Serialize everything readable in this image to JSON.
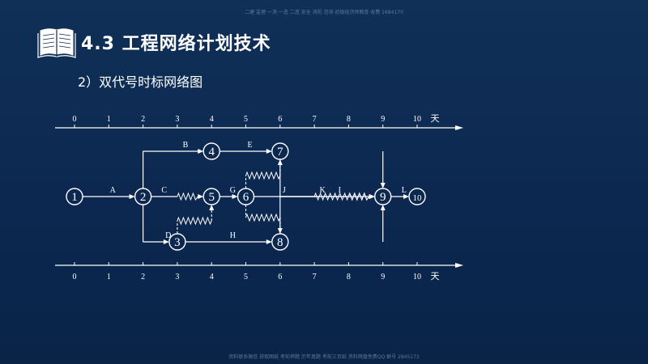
{
  "slide": {
    "title": "4.3 工程网络计划技术",
    "subtitle": "2）双代号时标网络图",
    "watermark_top": "二建 监理 一消 一造 二造 安全 消防 咨询 初级经济师教育 收费 1684170",
    "watermark_bottom": "资料联系微信 获取图纸 考前押题 历年真题 考前三页纸 资料网盘免费QQ 群号 2845173"
  },
  "colors": {
    "background": "#0c2850",
    "line": "#ffffff",
    "watermark": "#6f8bb0"
  },
  "icons": {
    "book": "open-book-icon"
  },
  "time_scale": {
    "ticks": [
      "0",
      "1",
      "2",
      "3",
      "4",
      "5",
      "6",
      "7",
      "8",
      "9",
      "10"
    ],
    "unit": "天"
  },
  "nodes": [
    {
      "id": "1",
      "label": "1",
      "t": 0,
      "row": "mid"
    },
    {
      "id": "2",
      "label": "2",
      "t": 2,
      "row": "mid"
    },
    {
      "id": "3",
      "label": "3",
      "t": 3,
      "row": "bottom"
    },
    {
      "id": "4",
      "label": "4",
      "t": 4,
      "row": "top"
    },
    {
      "id": "5",
      "label": "5",
      "t": 4,
      "row": "mid"
    },
    {
      "id": "6",
      "label": "6",
      "t": 5,
      "row": "mid"
    },
    {
      "id": "7",
      "label": "7",
      "t": 6,
      "row": "top"
    },
    {
      "id": "8",
      "label": "8",
      "t": 6,
      "row": "bottom"
    },
    {
      "id": "9",
      "label": "9",
      "t": 9,
      "row": "mid"
    },
    {
      "id": "10",
      "label": "10",
      "t": 10,
      "row": "mid"
    }
  ],
  "activities": [
    {
      "name": "A",
      "from": "1",
      "to": "2",
      "duration": 2,
      "free_float": 0
    },
    {
      "name": "B",
      "from": "2",
      "to": "4",
      "duration": 2,
      "free_float": 0
    },
    {
      "name": "C",
      "from": "2",
      "to": "5",
      "duration": 1,
      "free_float": 1
    },
    {
      "name": "D",
      "from": "2",
      "to": "3",
      "duration": 1,
      "free_float": 0
    },
    {
      "name": "E",
      "from": "4",
      "to": "7",
      "duration": 2,
      "free_float": 0
    },
    {
      "name": "G",
      "from": "5",
      "to": "6",
      "duration": 1,
      "free_float": 0
    },
    {
      "name": "H",
      "from": "3",
      "to": "8",
      "duration": 3,
      "free_float": 0
    },
    {
      "name": "I",
      "from": "7",
      "to": "9",
      "duration": 3,
      "free_float": 0
    },
    {
      "name": "J",
      "from": "6",
      "to": "9",
      "duration": 2,
      "free_float": 2
    },
    {
      "name": "K",
      "from": "8",
      "to": "9",
      "duration": 2,
      "free_float": 1
    },
    {
      "name": "L",
      "from": "9",
      "to": "10",
      "duration": 1,
      "free_float": 0
    }
  ],
  "virtual_activities": [
    {
      "from": "6",
      "to": "7",
      "free_float": 1
    },
    {
      "from": "3",
      "to": "5",
      "free_float": 1
    },
    {
      "from": "6",
      "to": "8",
      "free_float": 1
    }
  ]
}
